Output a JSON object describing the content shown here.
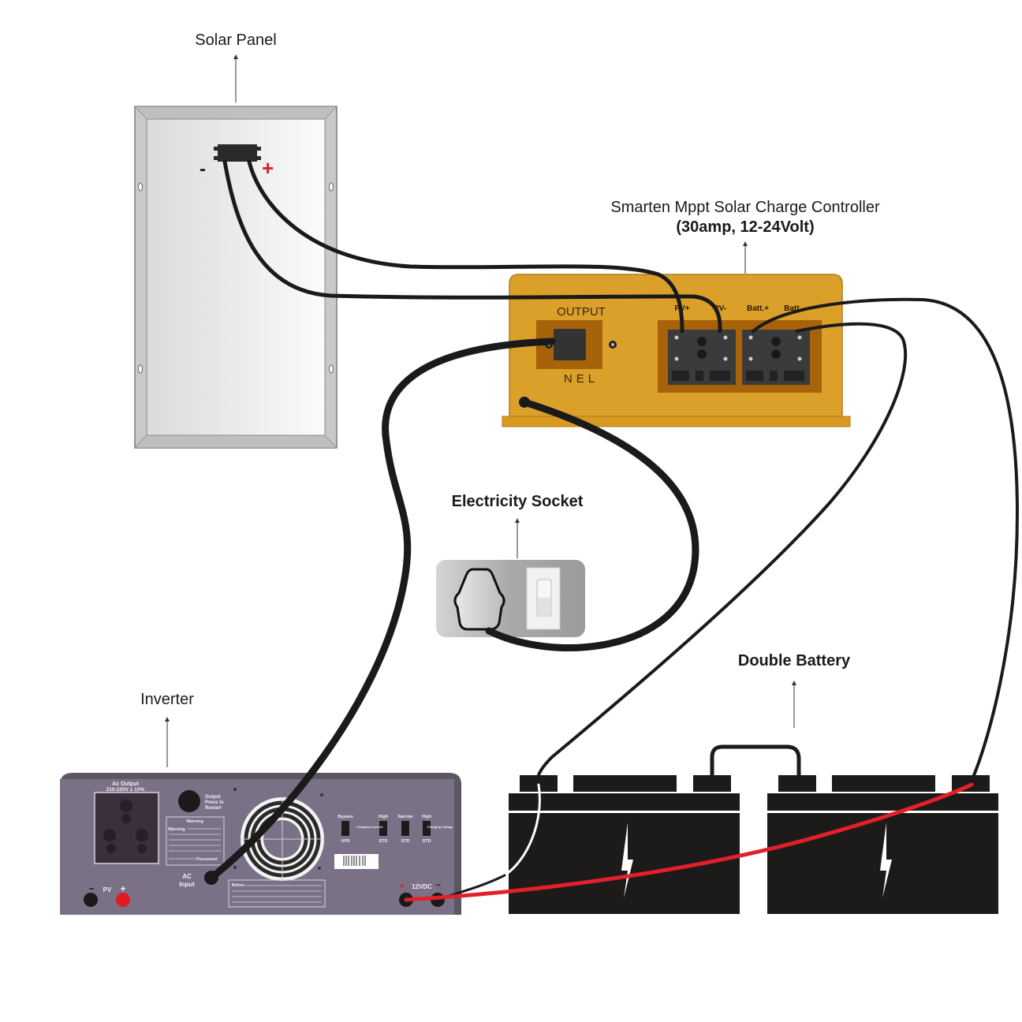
{
  "labels": {
    "solar_panel": "Solar Panel",
    "controller_line1": "Smarten Mppt Solar Charge Controller",
    "controller_line2": "(30amp, 12-24Volt)",
    "socket": "Electricity Socket",
    "battery": "Double Battery",
    "inverter": "Inverter"
  },
  "solar_panel": {
    "minus": "-",
    "plus": "+"
  },
  "controller": {
    "output_label": "OUTPUT",
    "brand": "NEL",
    "terminals": [
      "PV+",
      "PV-",
      "Batt.+",
      "Batt.-"
    ]
  },
  "inverter": {
    "ac_output_title": "Ac Output",
    "ac_output_spec": "210-220V ± 10%",
    "restart_line1": "Output",
    "restart_line2": "Press to",
    "restart_line3": "Restart",
    "warning_title": "Warning",
    "warning_text": "Warning",
    "personnel_text": "Personnel",
    "ac_input_line1": "AC",
    "ac_input_line2": "Input",
    "before_text": "Before",
    "pv_label": "PV",
    "pv_minus": "−",
    "pv_plus": "+",
    "switches": [
      {
        "top": "Bypass",
        "bottom": "UPS",
        "side": ""
      },
      {
        "top": "High",
        "bottom": "STD",
        "side_left": "Charging Current"
      },
      {
        "top": "Narrow",
        "bottom": "STD",
        "side": ""
      },
      {
        "top": "High",
        "bottom": "STD",
        "side_right": "Charging Voltage"
      }
    ],
    "dc_label": "12VDC",
    "dc_plus": "+",
    "dc_minus": "−"
  },
  "colors": {
    "controller_body": "#d99a22",
    "controller_recess": "#a8620a",
    "inverter_body": "#7b7187",
    "cable": "#1a1a1a",
    "red_cable": "#e3202a",
    "battery": "#1c1b1a"
  }
}
